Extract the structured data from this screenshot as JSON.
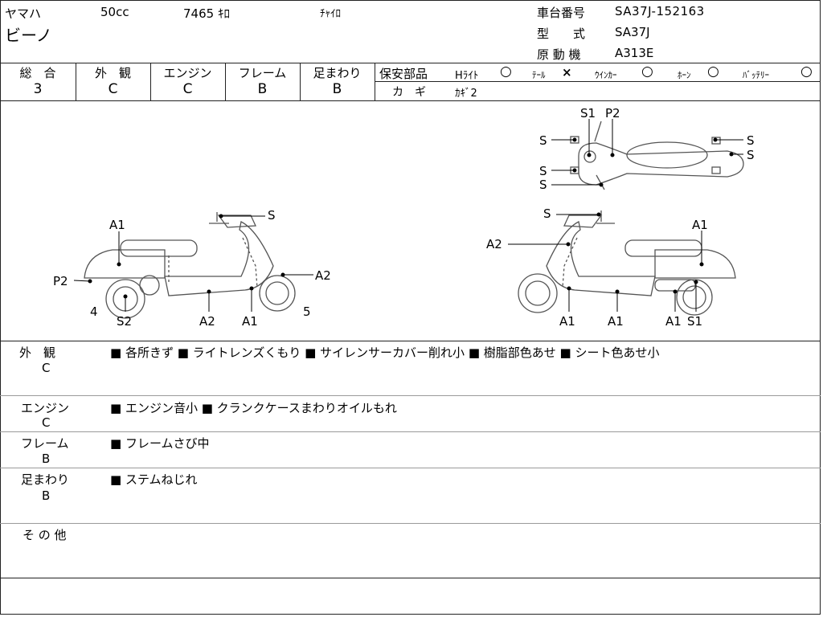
{
  "header": {
    "maker": "ヤマハ",
    "model": "ビーノ",
    "displacement": "50cc",
    "mileage": "7465 ｷﾛ",
    "color": "ﾁｬｲﾛ",
    "frame_no_label": "車台番号",
    "frame_no": "SA37J-152163",
    "type_label": "型　　式",
    "type": "SA37J",
    "engine_label": "原 動 機",
    "engine": "A313E"
  },
  "grades": {
    "overall_label": "総　合",
    "overall": "3",
    "exterior_label": "外　観",
    "exterior": "C",
    "engine_label": "エンジン",
    "engine": "C",
    "frame_label": "フレーム",
    "frame": "B",
    "suspension_label": "足まわり",
    "suspension": "B"
  },
  "safety": {
    "label": "保安部品",
    "headlight": "Hﾗｲﾄ",
    "headlight_mark": "○",
    "tail": "ﾃｰﾙ",
    "tail_mark": "×",
    "winker": "ｳｲﾝｶｰ",
    "winker_mark": "○",
    "horn": "ﾎｰﾝ",
    "horn_mark": "○",
    "battery": "ﾊﾞｯﾃﾘｰ",
    "battery_mark": "○",
    "key_label": "カ　ギ",
    "key_value": "ｶｷﾞ2"
  },
  "diagram": {
    "left_labels": {
      "a1": "A1",
      "p2": "P2",
      "s": "S",
      "a2": "A2",
      "n4": "4",
      "s2": "S2",
      "a2b": "A2",
      "a1b": "A1",
      "n5": "5"
    },
    "right_labels": {
      "s": "S",
      "a1": "A1",
      "a2": "A2",
      "a1b": "A1",
      "a1c": "A1",
      "a1d": "A1",
      "s1": "S1"
    },
    "top_labels": {
      "s1": "S1",
      "p2": "P2",
      "s_a": "S",
      "s_b": "S",
      "s_c": "S",
      "s_d": "S",
      "s_e": "S"
    }
  },
  "notes": [
    {
      "label": "外　観",
      "grade": "C",
      "text": "■ 各所きず ■ ライトレンズくもり ■ サイレンサーカバー削れ小 ■ 樹脂部色あせ ■ シート色あせ小"
    },
    {
      "label": "エンジン",
      "grade": "C",
      "text": "■ エンジン音小 ■ クランクケースまわりオイルもれ"
    },
    {
      "label": "フレーム",
      "grade": "B",
      "text": "■ フレームさび中"
    },
    {
      "label": "足まわり",
      "grade": "B",
      "text": "■ ステムねじれ"
    },
    {
      "label": "そ の 他",
      "grade": "",
      "text": ""
    }
  ]
}
